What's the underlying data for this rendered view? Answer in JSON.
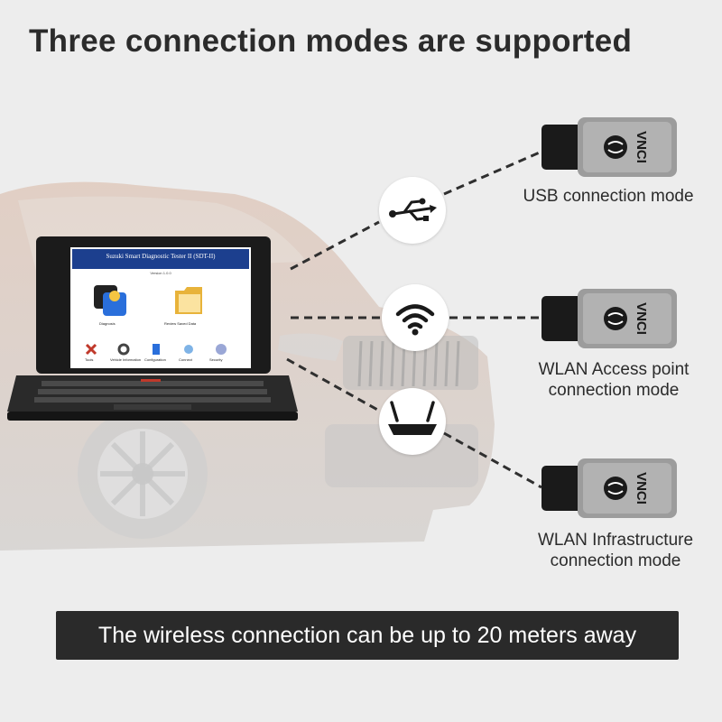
{
  "title": "Three connection modes are supported",
  "modes": [
    {
      "lines": [
        "USB connection mode"
      ],
      "icon": "usb-icon"
    },
    {
      "lines": [
        "WLAN Access point",
        "connection mode"
      ],
      "icon": "wifi-icon"
    },
    {
      "lines": [
        "WLAN Infrastructure",
        "connection mode"
      ],
      "icon": "router-icon"
    }
  ],
  "device_brand": "VNCI",
  "laptop_app": {
    "header": "Suzuki Smart Diagnostic Tester II (SDT-II)",
    "subheader": "Version 1.0.0",
    "diagnosis_label": "Diagnosis",
    "saved_data_label": "Review Saved Data",
    "toolbar_labels": [
      "Tools",
      "Vehicle Information",
      "Configuration",
      "Connect",
      "Security"
    ]
  },
  "banner": "The wireless connection can be up to 20 meters away",
  "colors": {
    "background": "#ededed",
    "banner": "#2a2a2a",
    "app_header": "#1c3f8e",
    "car_body": "#c9a58f"
  }
}
